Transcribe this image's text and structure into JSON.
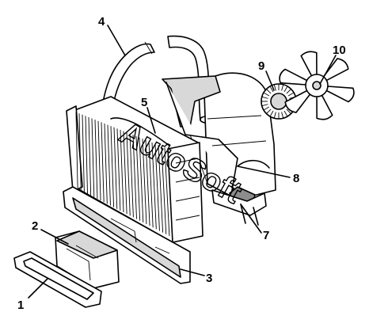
{
  "callouts": [
    {
      "id": "1",
      "label": "1"
    },
    {
      "id": "2",
      "label": "2"
    },
    {
      "id": "3",
      "label": "3"
    },
    {
      "id": "4",
      "label": "4"
    },
    {
      "id": "5",
      "label": "5"
    },
    {
      "id": "7",
      "label": "7"
    },
    {
      "id": "8",
      "label": "8"
    },
    {
      "id": "9",
      "label": "9"
    },
    {
      "id": "10",
      "label": "10"
    }
  ],
  "watermark": "AutoSoft"
}
